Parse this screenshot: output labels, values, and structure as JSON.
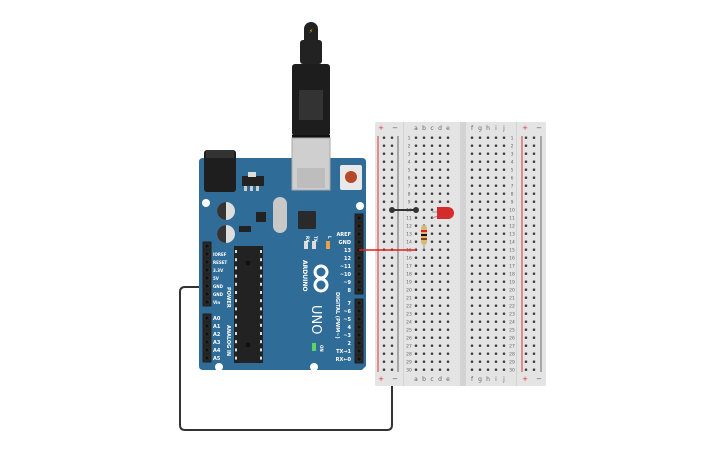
{
  "arduino": {
    "brand": "ARDUINO",
    "model": "UNO",
    "power_label": "POWER",
    "analog_label": "ANALOG IN",
    "digital_label": "DIGITAL (PWM~)",
    "led_labels": {
      "rx": "RX",
      "tx": "TX",
      "l": "L",
      "on": "ON"
    },
    "power_pins": [
      "IOREF",
      "RESET",
      "3.3V",
      "5V",
      "GND",
      "GND",
      "Vin"
    ],
    "analog_pins": [
      "A0",
      "A1",
      "A2",
      "A3",
      "A4",
      "A5"
    ],
    "digital_pins_top": [
      "AREF",
      "GND",
      "13",
      "12",
      "~11",
      "~10",
      "~9",
      "8"
    ],
    "digital_pins_bottom": [
      "7",
      "~6",
      "~5",
      "4",
      "~3",
      "2",
      "TX→1",
      "RX←0"
    ],
    "board_color": "#2f6c98"
  },
  "breadboard": {
    "columns_left": [
      "a",
      "b",
      "c",
      "d",
      "e"
    ],
    "columns_right": [
      "f",
      "g",
      "h",
      "i",
      "j"
    ],
    "rail_plus": "+",
    "rail_minus": "−",
    "rows": 30
  },
  "wires": {
    "signal_color": "#e0201b",
    "ground_color": "#333333"
  },
  "components": {
    "led_color": "#d42b2b",
    "resistor_bands": [
      "#e02020",
      "#111111",
      "#8b4513"
    ]
  }
}
